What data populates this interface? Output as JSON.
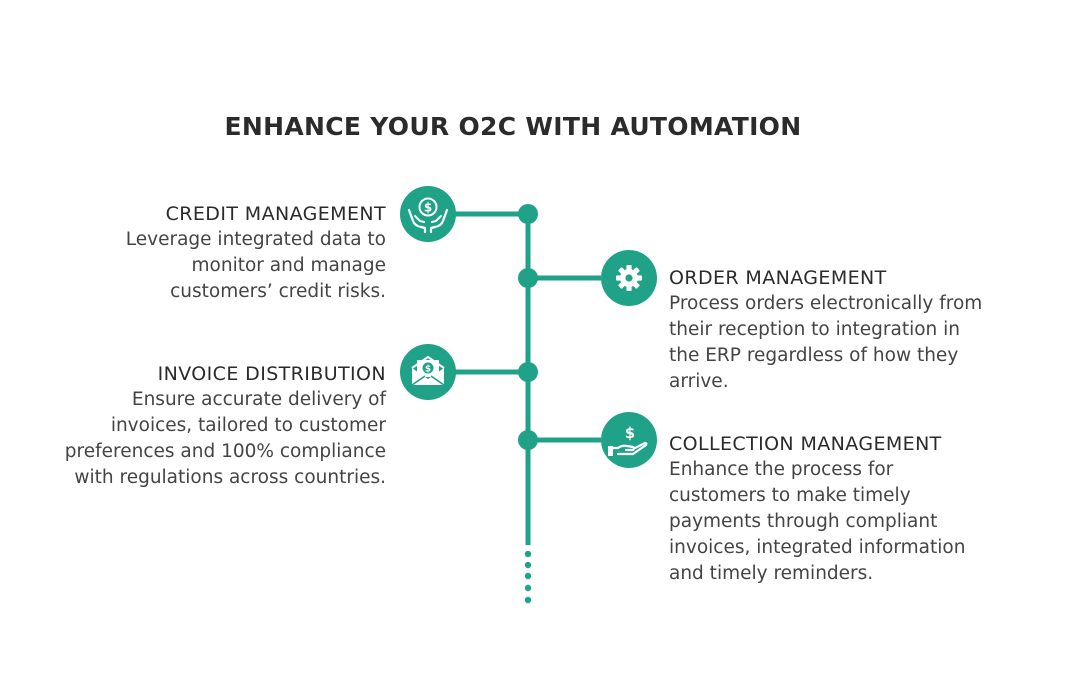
{
  "title": "ENHANCE YOUR O2C WITH AUTOMATION",
  "accent_color": "#1fa287",
  "text_color": "#2b2b2b",
  "items": [
    {
      "heading": "CREDIT MANAGEMENT",
      "description_lines": [
        "Leverage integrated data to",
        "monitor and manage",
        "customers’ credit risks."
      ],
      "icon": "hands-holding-dollar-icon"
    },
    {
      "heading": "ORDER MANAGEMENT",
      "description_lines": [
        "Process orders electronically from",
        "their reception to integration in",
        "the ERP regardless of how they",
        "arrive."
      ],
      "icon": "gear-icon"
    },
    {
      "heading": "INVOICE DISTRIBUTION",
      "description_lines": [
        "Ensure accurate delivery of",
        "invoices, tailored to customer",
        "preferences and 100% compliance",
        "with regulations across countries."
      ],
      "icon": "envelope-dollar-icon"
    },
    {
      "heading": "COLLECTION MANAGEMENT",
      "description_lines": [
        "Enhance the process for",
        "customers to make timely",
        "payments through compliant",
        "invoices, integrated information",
        "and timely reminders."
      ],
      "icon": "hand-dollar-icon"
    }
  ]
}
